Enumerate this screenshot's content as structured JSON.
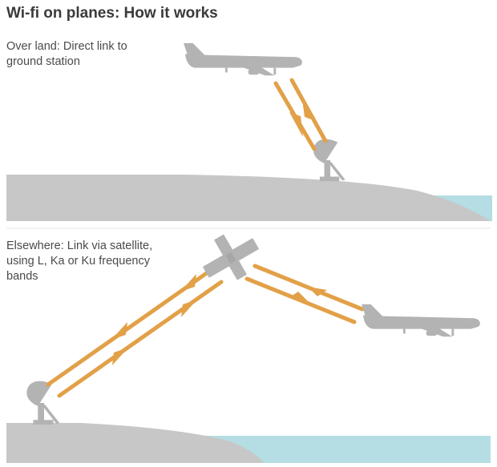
{
  "title": "Wi-fi on planes: How it works",
  "sections": [
    {
      "caption_lines": [
        "Over land: Direct link to",
        "ground station"
      ]
    },
    {
      "caption_lines": [
        "Elsewhere: Link via satellite,",
        "using L, Ka or Ku frequency",
        "bands"
      ]
    }
  ],
  "colors": {
    "signal": "#e2a047",
    "ground": "#c7c7c7",
    "sea": "#b4dee3",
    "object": "#b3b3b3",
    "text": "#4a4a4a",
    "title": "#3a3a3a"
  },
  "icons": [
    "airplane-icon",
    "satellite-dish-icon",
    "satellite-icon"
  ]
}
